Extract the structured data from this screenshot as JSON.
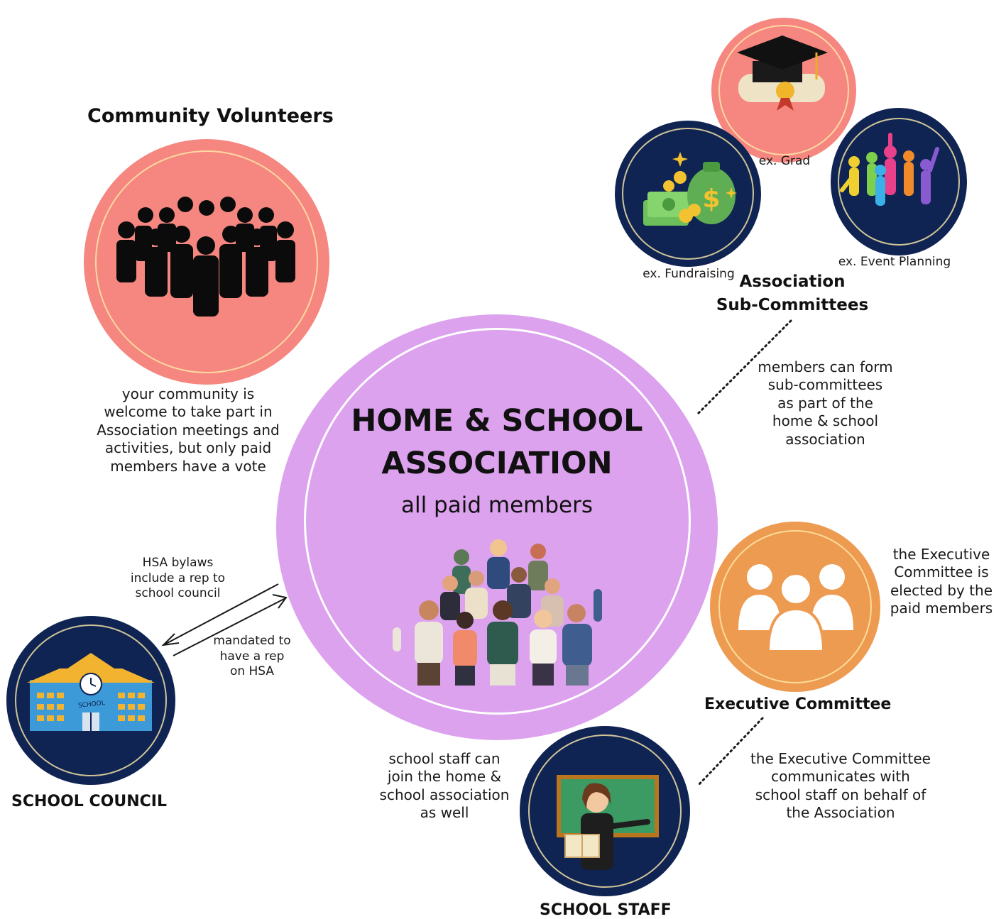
{
  "center": {
    "title_line1": "HOME & SCHOOL",
    "title_line2": "ASSOCIATION",
    "subtitle": "all paid members",
    "colors": {
      "fill": "#dca2ee"
    }
  },
  "community": {
    "heading": "Community Volunteers",
    "caption": "your community is\nwelcome to take part in\nAssociation meetings and\nactivities, but only paid\nmembers have a vote",
    "icon": "crowd-icon"
  },
  "subcommittees": {
    "heading_line1": "Association",
    "heading_line2": "Sub-Committees",
    "caption": "members can form\nsub-committees\nas part of the\nhome & school\nassociation",
    "items": [
      {
        "label": "ex. Grad",
        "icon": "graduation-cap-icon"
      },
      {
        "label": "ex. Fundraising",
        "icon": "money-bag-icon"
      },
      {
        "label": "ex. Event Planning",
        "icon": "people-jumping-icon"
      }
    ]
  },
  "executive": {
    "heading": "Executive Committee",
    "caption": "the Executive\nCommittee is\nelected by the\npaid members",
    "staff_caption": "the Executive Committee\ncommunicates with\nschool staff on behalf of\nthe Association",
    "icon": "group-icon"
  },
  "school_council": {
    "heading": "SCHOOL COUNCIL",
    "arrow_top_caption": "HSA bylaws\ninclude a rep to\nschool council",
    "arrow_bottom_caption": "mandated to\nhave a rep\non HSA",
    "icon": "school-building-icon",
    "building_sign": "SCHOOL"
  },
  "school_staff": {
    "heading": "SCHOOL STAFF",
    "caption": "school staff can\njoin the home &\nschool association\nas well",
    "icon": "teacher-icon"
  },
  "colors": {
    "navy": "#0f2452",
    "salmon": "#f58780",
    "orange": "#ee9b52",
    "lilac": "#dca2ee"
  }
}
